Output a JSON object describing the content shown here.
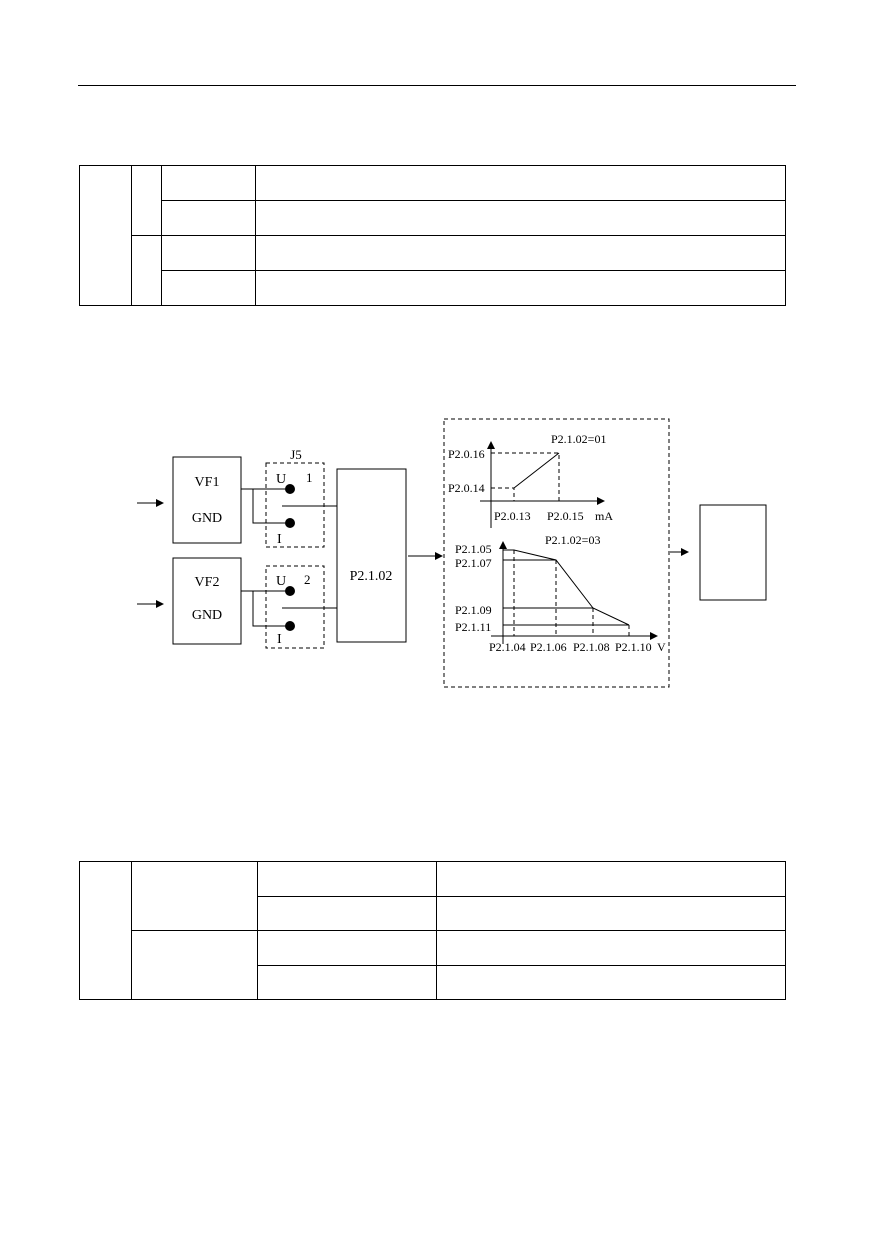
{
  "diagram": {
    "j5": "J5",
    "vf1": {
      "name": "VF1",
      "gnd": "GND",
      "u": "U",
      "i": "I",
      "num": "1"
    },
    "vf2": {
      "name": "VF2",
      "gnd": "GND",
      "u": "U",
      "i": "I",
      "num": "2"
    },
    "selector": "P2.1.02",
    "curve1": {
      "mode": "P2.1.02=01",
      "y_high": "P2.0.16",
      "y_low": "P2.0.14",
      "x_low": "P2.0.13",
      "x_high": "P2.0.15",
      "unit": "mA"
    },
    "curve2": {
      "mode": "P2.1.02=03",
      "y_labels": [
        "P2.1.05",
        "P2.1.07",
        "P2.1.09",
        "P2.1.11"
      ],
      "x_labels": [
        "P2.1.04",
        "P2.1.06",
        "P2.1.08",
        "P2.1.10"
      ],
      "unit": "V"
    }
  }
}
